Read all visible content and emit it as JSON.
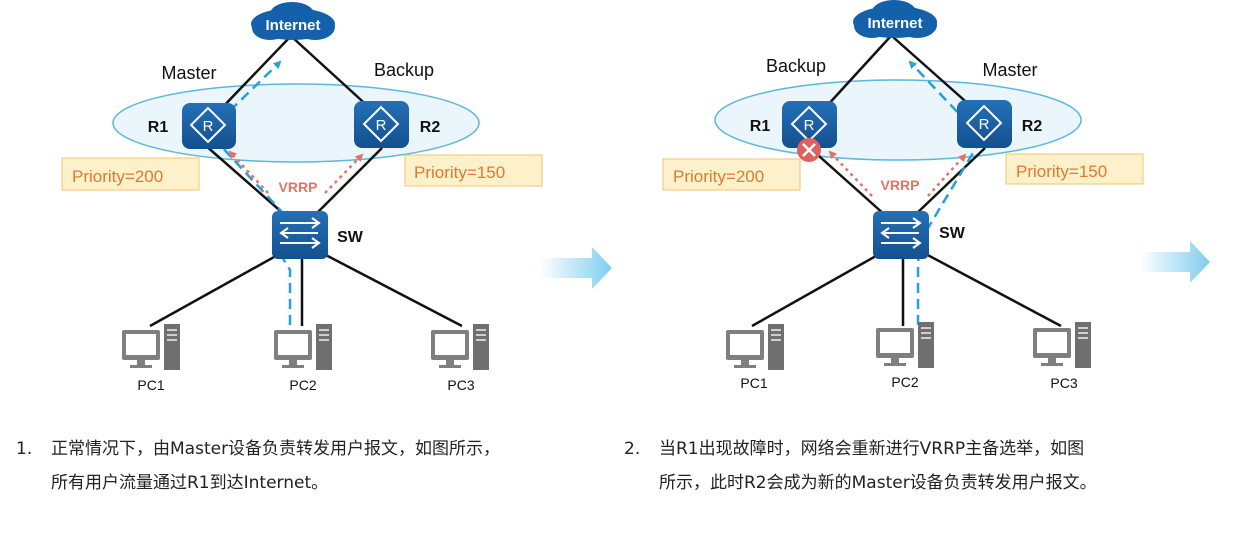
{
  "panels": [
    {
      "cloud_label": "Internet",
      "r1_role": "Master",
      "r2_role": "Backup",
      "r1_name": "R1",
      "r2_name": "R2",
      "r1_priority": "Priority=200",
      "r2_priority": "Priority=150",
      "protocol": "VRRP",
      "switch_name": "SW",
      "pcs": [
        "PC1",
        "PC2",
        "PC3"
      ],
      "r1_failed": false
    },
    {
      "cloud_label": "Internet",
      "r1_role": "Backup",
      "r2_role": "Master",
      "r1_name": "R1",
      "r2_name": "R2",
      "r1_priority": "Priority=200",
      "r2_priority": "Priority=150",
      "protocol": "VRRP",
      "switch_name": "SW",
      "pcs": [
        "PC1",
        "PC2",
        "PC3"
      ],
      "r1_failed": true
    }
  ],
  "captions": [
    {
      "number": "1.",
      "line1": "正常情况下，由Master设备负责转发用户报文，如图所示，",
      "line2": "所有用户流量通过R1到达Internet。"
    },
    {
      "number": "2.",
      "line1": "当R1出现故障时，网络会重新进行VRRP主备选举，如图",
      "line2": "所示，此时R2会成为新的Master设备负责转发用户报文。"
    }
  ],
  "colors": {
    "device_blue": "#1a5fa8",
    "vrid_fill": "#eaf6fb",
    "vrid_stroke": "#5bb8d8",
    "flow_dash": "#27a0d6",
    "vrrp_arrow": "#e07565",
    "priority_fill": "#fdf1cc",
    "priority_stroke": "#f0c56a",
    "priority_text": "#e07a2e",
    "fail_red": "#e06060",
    "next_arrow": "#8fd3ef"
  }
}
